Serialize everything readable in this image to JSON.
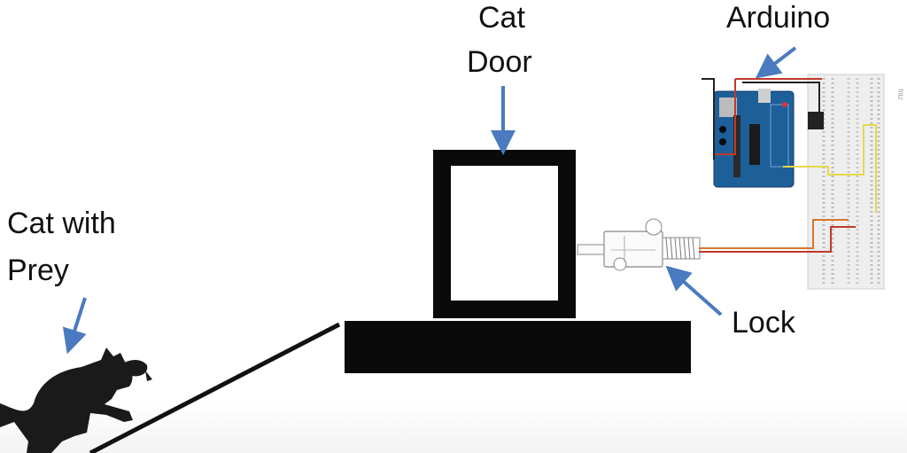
{
  "labels": {
    "cat_door_line1": "Cat",
    "cat_door_line2": "Door",
    "arduino": "Arduino",
    "cat_line1": "Cat with",
    "cat_line2": "Prey",
    "lock": "Lock"
  },
  "breadboard_mark": "fritz",
  "colors": {
    "arrow": "#4a7abf",
    "door": "#0a0a0a",
    "arduino_board": "#1d5f99",
    "wire_red": "#c0392b",
    "wire_orange": "#d8762a",
    "wire_yellow": "#e6d84a",
    "wire_black": "#222222"
  }
}
